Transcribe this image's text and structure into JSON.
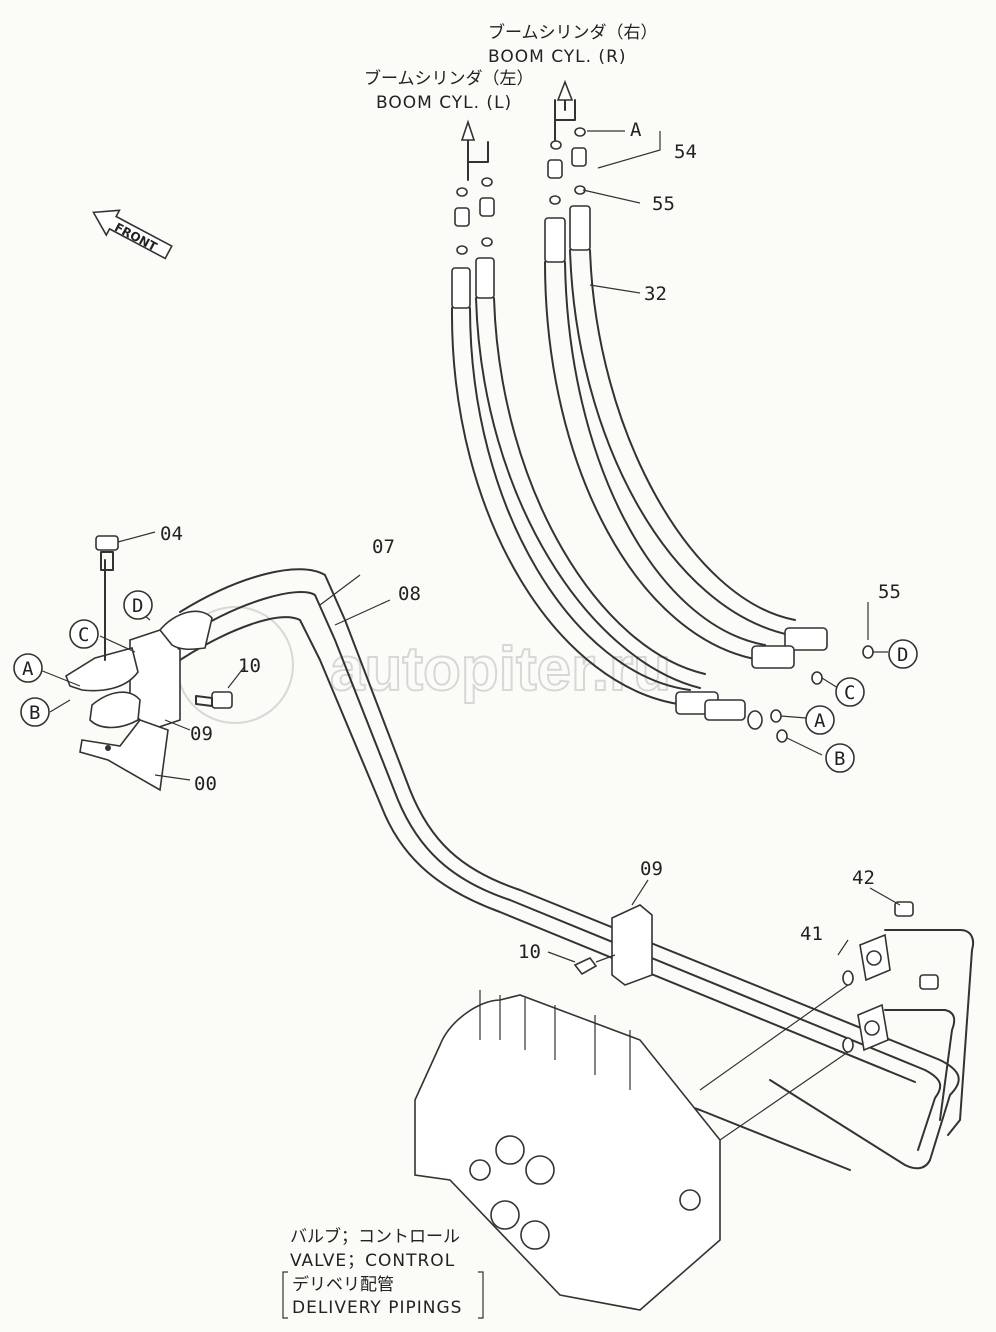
{
  "boom_cyl_right": {
    "jp": "ブームシリンダ（右）",
    "en": "BOOM CYL. (R)"
  },
  "boom_cyl_left": {
    "jp": "ブームシリンダ（左）",
    "en": "BOOM CYL. (L)"
  },
  "front_marker": "FRONT",
  "watermark": "autopiter.ru",
  "part_numbers": {
    "p54": "54",
    "p55_top": "55",
    "p32": "32",
    "p04": "04",
    "p07": "07",
    "p08": "08",
    "p10_left": "10",
    "p09_left": "09",
    "p00": "00",
    "p55_right": "55",
    "p09_clamp": "09",
    "p10_clamp": "10",
    "p42": "42",
    "p41": "41"
  },
  "connection_letters": {
    "top_a": "A",
    "left": [
      "A",
      "B",
      "C",
      "D"
    ],
    "right": [
      "A",
      "B",
      "C",
      "D"
    ]
  },
  "caption": {
    "jp_line1": "バルブ；コントロール",
    "en_line1": "VALVE；CONTROL",
    "jp_line2": "デリベリ配管",
    "en_line2": "DELIVERY PIPINGS"
  }
}
